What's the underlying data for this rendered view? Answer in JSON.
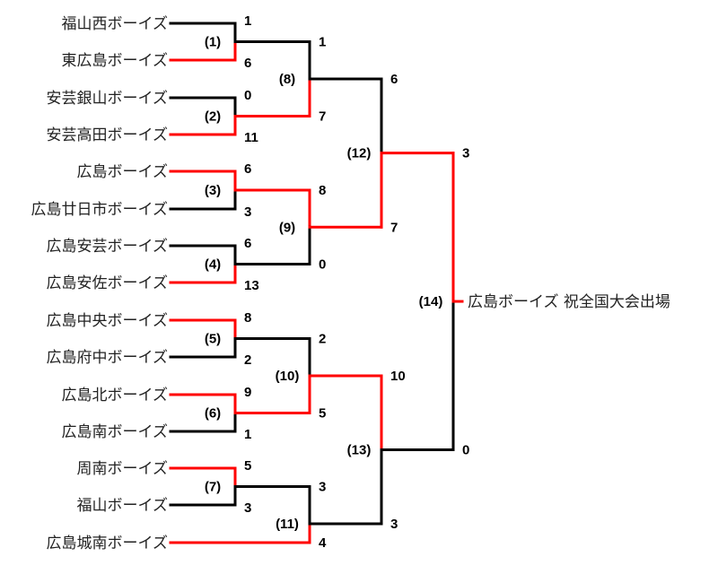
{
  "colors": {
    "winner": "#ff0000",
    "loser": "#000000"
  },
  "teams": [
    "福山西ボーイズ",
    "東広島ボーイズ",
    "安芸銀山ボーイズ",
    "安芸高田ボーイズ",
    "広島ボーイズ",
    "広島廿日市ボーイズ",
    "広島安芸ボーイズ",
    "広島安佐ボーイズ",
    "広島中央ボーイズ",
    "広島府中ボーイズ",
    "広島北ボーイズ",
    "広島南ボーイズ",
    "周南ボーイズ",
    "福山ボーイズ",
    "広島城南ボーイズ"
  ],
  "matches": [
    {
      "label": "(1)",
      "a": "t0",
      "b": "t1",
      "scores": [
        "1",
        "6"
      ],
      "winner": "b"
    },
    {
      "label": "(2)",
      "a": "t2",
      "b": "t3",
      "scores": [
        "0",
        "11"
      ],
      "winner": "b"
    },
    {
      "label": "(3)",
      "a": "t4",
      "b": "t5",
      "scores": [
        "6",
        "3"
      ],
      "winner": "a"
    },
    {
      "label": "(4)",
      "a": "t6",
      "b": "t7",
      "scores": [
        "6",
        "13"
      ],
      "winner": "b"
    },
    {
      "label": "(5)",
      "a": "t8",
      "b": "t9",
      "scores": [
        "8",
        "2"
      ],
      "winner": "a"
    },
    {
      "label": "(6)",
      "a": "t10",
      "b": "t11",
      "scores": [
        "9",
        "1"
      ],
      "winner": "a"
    },
    {
      "label": "(7)",
      "a": "t12",
      "b": "t13",
      "scores": [
        "5",
        "3"
      ],
      "winner": "a"
    },
    {
      "label": "(8)",
      "a": "m0",
      "b": "m1",
      "scores": [
        "1",
        "7"
      ],
      "winner": "b"
    },
    {
      "label": "(9)",
      "a": "m2",
      "b": "m3",
      "scores": [
        "8",
        "0"
      ],
      "winner": "a"
    },
    {
      "label": "(10)",
      "a": "m4",
      "b": "m5",
      "scores": [
        "2",
        "5"
      ],
      "winner": "b"
    },
    {
      "label": "(11)",
      "a": "m6",
      "b": "t14",
      "scores": [
        "3",
        "4"
      ],
      "winner": "b"
    },
    {
      "label": "(12)",
      "a": "m7",
      "b": "m8",
      "scores": [
        "6",
        "7"
      ],
      "winner": "b"
    },
    {
      "label": "(13)",
      "a": "m9",
      "b": "m10",
      "scores": [
        "10",
        "3"
      ],
      "winner": "a"
    },
    {
      "label": "(14)",
      "a": "m11",
      "b": "m12",
      "scores": [
        "3",
        "0"
      ],
      "winner": "a"
    }
  ],
  "result": "広島ボーイズ 祝全国大会出場"
}
